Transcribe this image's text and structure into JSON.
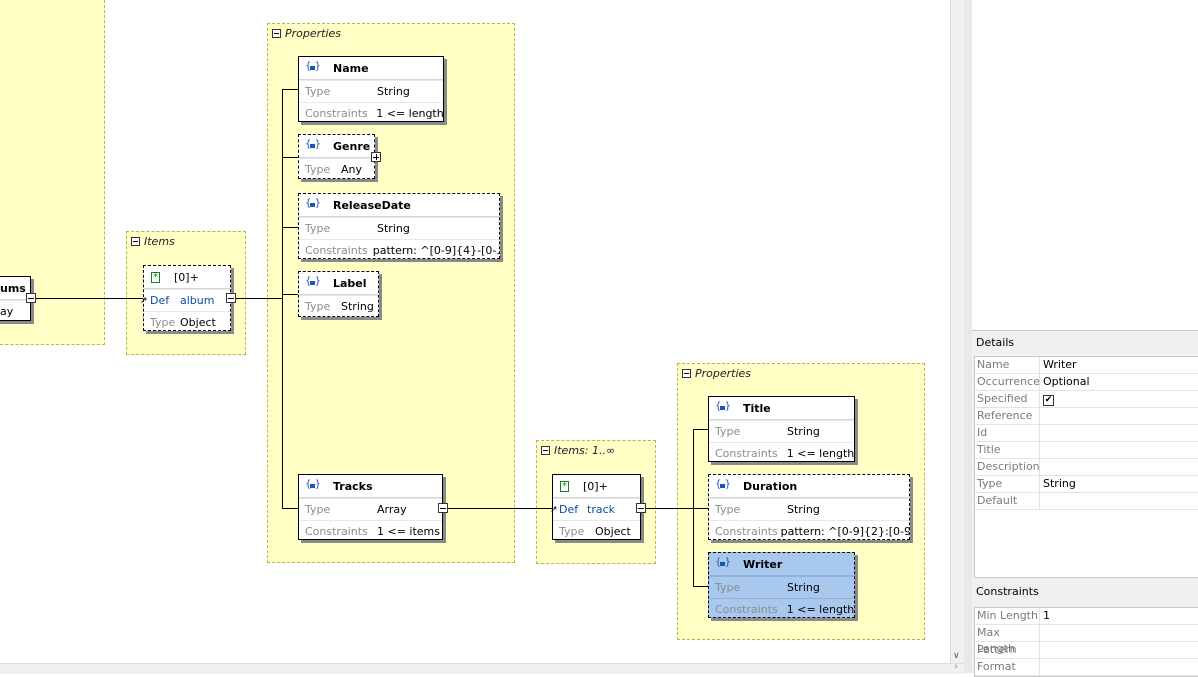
{
  "groups": {
    "left_properties": {
      "label": "Properties"
    },
    "album_items": {
      "label": "Items"
    },
    "track_items": {
      "label": "Items: 1..∞"
    },
    "track_properties": {
      "label": "Properties"
    }
  },
  "nodes": {
    "albums": {
      "title": "ums",
      "type_value": "ay"
    },
    "album_item": {
      "index": "[0]+",
      "def_key": "Def",
      "def_value": "album",
      "type_key": "Type",
      "type_value": "Object"
    },
    "name": {
      "title": "Name",
      "type_key": "Type",
      "type_value": "String",
      "con_key": "Constraints",
      "con_value": "1 <= length"
    },
    "genre": {
      "title": "Genre",
      "type_key": "Type",
      "type_value": "Any"
    },
    "releasedate": {
      "title": "ReleaseDate",
      "type_key": "Type",
      "type_value": "String",
      "con_key": "Constraints",
      "con_value": "pattern: ^[0-9]{4}-[0-..."
    },
    "label": {
      "title": "Label",
      "type_key": "Type",
      "type_value": "String"
    },
    "tracks": {
      "title": "Tracks",
      "type_key": "Type",
      "type_value": "Array",
      "con_key": "Constraints",
      "con_value": "1 <= items"
    },
    "track_item": {
      "index": "[0]+",
      "def_key": "Def",
      "def_value": "track",
      "type_key": "Type",
      "type_value": "Object"
    },
    "title": {
      "title": "Title",
      "type_key": "Type",
      "type_value": "String",
      "con_key": "Constraints",
      "con_value": "1 <= length"
    },
    "duration": {
      "title": "Duration",
      "type_key": "Type",
      "type_value": "String",
      "con_key": "Constraints",
      "con_value": "pattern: ^[0-9]{2}:[0-9..."
    },
    "writer": {
      "title": "Writer",
      "type_key": "Type",
      "type_value": "String",
      "con_key": "Constraints",
      "con_value": "1 <= length"
    }
  },
  "details": {
    "title": "Details",
    "rows": [
      {
        "key": "Name",
        "value": "Writer"
      },
      {
        "key": "Occurrence",
        "value": "Optional"
      },
      {
        "key": "Specified",
        "value": "✔"
      },
      {
        "key": "Reference",
        "value": ""
      },
      {
        "key": "Id",
        "value": ""
      },
      {
        "key": "Title",
        "value": ""
      },
      {
        "key": "Description",
        "value": ""
      },
      {
        "key": "Type",
        "value": "String"
      },
      {
        "key": "Default",
        "value": ""
      }
    ]
  },
  "constraints": {
    "title": "Constraints",
    "rows": [
      {
        "key": "Min Length",
        "value": "1"
      },
      {
        "key": "Max Length",
        "value": ""
      },
      {
        "key": "Pattern",
        "value": ""
      },
      {
        "key": "Format",
        "value": ""
      }
    ]
  },
  "colors": {
    "group_fill": "#ffffc6",
    "selected_fill": "#a9c8ee",
    "def_link": "#0a4ca3"
  }
}
